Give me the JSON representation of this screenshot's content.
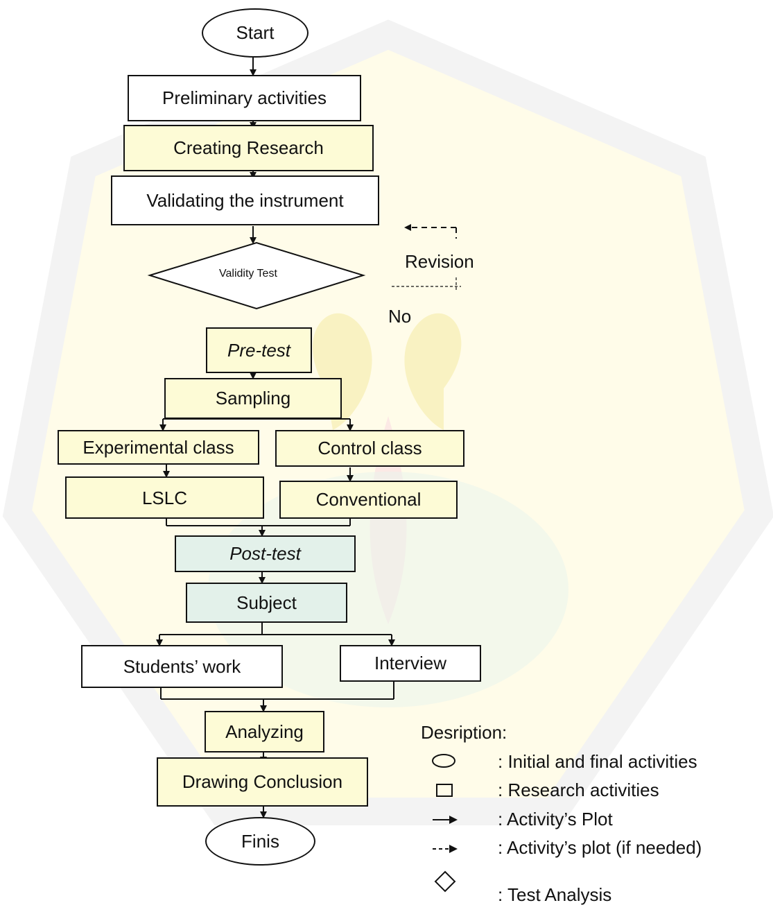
{
  "nodes": {
    "start": "Start",
    "preliminary": "Preliminary activities",
    "creating": "Creating Research",
    "validating": "Validating the instrument",
    "validity_test": "Validity Test",
    "pretest": "Pre-test",
    "sampling": "Sampling",
    "experimental": "Experimental class",
    "control": "Control class",
    "lslc": "LSLC",
    "conventional": "Conventional",
    "posttest": "Post-test",
    "subject": "Subject",
    "students_work": "Students’ work",
    "interview": "Interview",
    "analyzing": "Analyzing",
    "drawing": "Drawing Conclusion",
    "finis": "Finis"
  },
  "branch_labels": {
    "revision": "Revision",
    "no": "No"
  },
  "legend": {
    "title": "Desription:",
    "items": [
      {
        "icon": "ellipse-icon",
        "text": ": Initial and final activities"
      },
      {
        "icon": "rectangle-icon",
        "text": ": Research activities"
      },
      {
        "icon": "arrow-icon",
        "text": ": Activity’s Plot"
      },
      {
        "icon": "dashed-arrow-icon",
        "text": ": Activity’s plot (if needed)"
      },
      {
        "icon": "diamond-icon",
        "text": ": Test Analysis"
      }
    ]
  },
  "colors": {
    "yellow_fill": "#fdfbd6",
    "teal_fill": "#e3f1ea",
    "line": "#111111"
  }
}
